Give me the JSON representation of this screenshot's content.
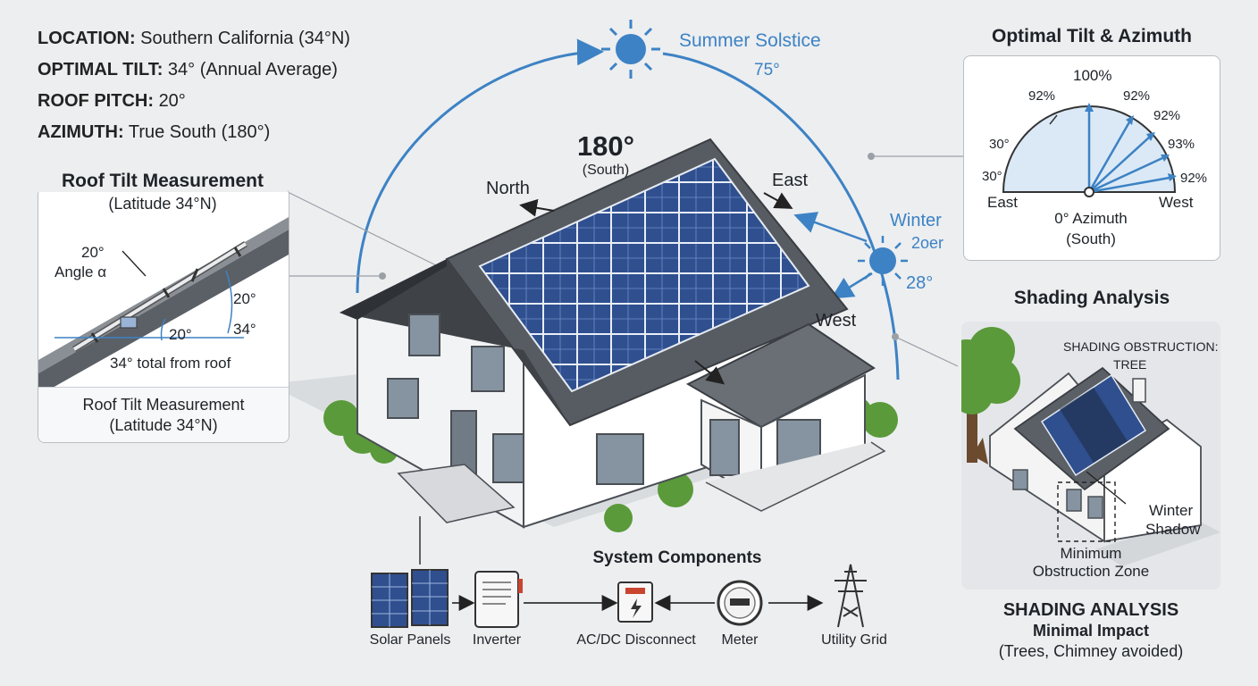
{
  "info": {
    "location_label": "LOCATION:",
    "location_value": "Southern California (34°N)",
    "tilt_label": "OPTIMAL TILT:",
    "tilt_value": "34° (Annual Average)",
    "pitch_label": "ROOF PITCH:",
    "pitch_value": "20°",
    "azimuth_label": "AZIMUTH:",
    "azimuth_value": "True South (180°)"
  },
  "sun_path": {
    "summer_label": "Summer Solstice",
    "summer_angle": "75°",
    "winter_label": "Winter",
    "winter_sub": "2oer",
    "winter_angle": "28°",
    "azimuth_big": "180°",
    "azimuth_sub": "(South)",
    "north": "North",
    "east": "East",
    "west": "West"
  },
  "tilt_panel": {
    "title": "Roof Tilt Measurement",
    "subtitle": "(Latitude 34°N)",
    "angle_20_top": "20°",
    "angle_alpha": "Angle α",
    "angle_20_right": "20°",
    "angle_34": "34°",
    "angle_20_bottom": "20°",
    "total": "34° total from roof",
    "caption": "Roof Tilt Measurement",
    "caption_sub": "(Latitude 34°N)"
  },
  "optimal_panel": {
    "title": "Optimal Tilt & Azimuth",
    "pct_100": "100%",
    "pct_92_left": "92%",
    "pct_92_a": "92%",
    "pct_92_b": "92%",
    "pct_93": "93%",
    "pct_92_c": "92%",
    "tick_30_top": "30°",
    "tick_30_bottom": "30°",
    "east": "East",
    "west": "West",
    "azimuth_label": "0° Azimuth",
    "azimuth_sub": "(South)"
  },
  "shading": {
    "title": "Shading Analysis",
    "obstruction_label": "SHADING OBSTRUCTION:",
    "obstruction_value": "TREE",
    "winter_shadow_1": "Winter",
    "winter_shadow_2": "Shadow",
    "min_zone_1": "Minimum",
    "min_zone_2": "Obstruction Zone",
    "footer_title": "SHADING ANALYSIS",
    "footer_sub": "Minimal Impact",
    "footer_note": "(Trees, Chimney avoided)"
  },
  "components": {
    "title": "System Components",
    "items": [
      "Solar Panels",
      "Inverter",
      "AC/DC Disconnect",
      "Meter",
      "Utility Grid"
    ]
  },
  "colors": {
    "accent": "#3d82c4",
    "panel_blue": "#2f4f8f",
    "tree_green": "#5a9a3a",
    "roof": "#5a5f66"
  }
}
